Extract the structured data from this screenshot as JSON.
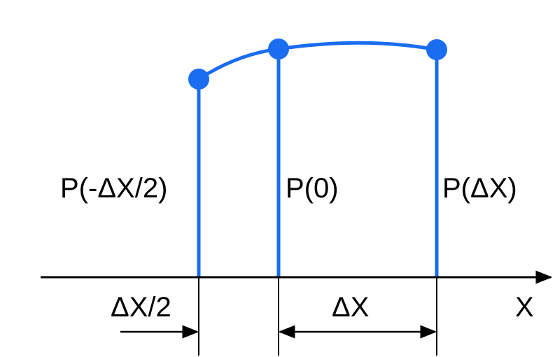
{
  "colors": {
    "accent": "#1a6cf0",
    "axis": "#000000",
    "background": "#ffffff"
  },
  "labels": {
    "p_left": "P(-ΔX/2)",
    "p_mid": "P(0)",
    "p_right": "P(ΔX)",
    "axis": "X",
    "dim_half": "ΔX/2",
    "dim_full": "ΔX"
  }
}
